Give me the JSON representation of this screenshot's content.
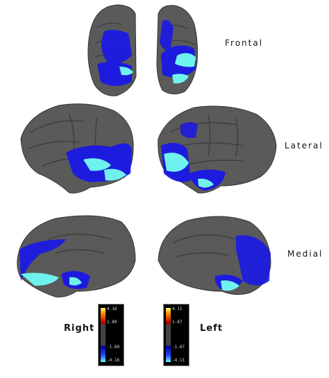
{
  "views": {
    "frontal": "Frontal",
    "lateral": "Lateral",
    "medial": "Medial"
  },
  "hemispheres": {
    "right": "Right",
    "left": "Left"
  },
  "colorbars": {
    "right": {
      "max": "4.16",
      "upper": "1.89",
      "lower": "-1.89",
      "min": "-4.16"
    },
    "left": {
      "max": "4.11",
      "upper": "1.87",
      "lower": "-1.87",
      "min": "-4.11"
    }
  },
  "colors": {
    "cortex": "#5a5a5a",
    "cortex_shade": "#3f3f3f",
    "sulcus": "#333333",
    "negative_strong": "#1a18e6",
    "negative_weak": "#3a6cf0",
    "negative_extreme": "#6ff2ee",
    "positive": "#e8d21a"
  }
}
